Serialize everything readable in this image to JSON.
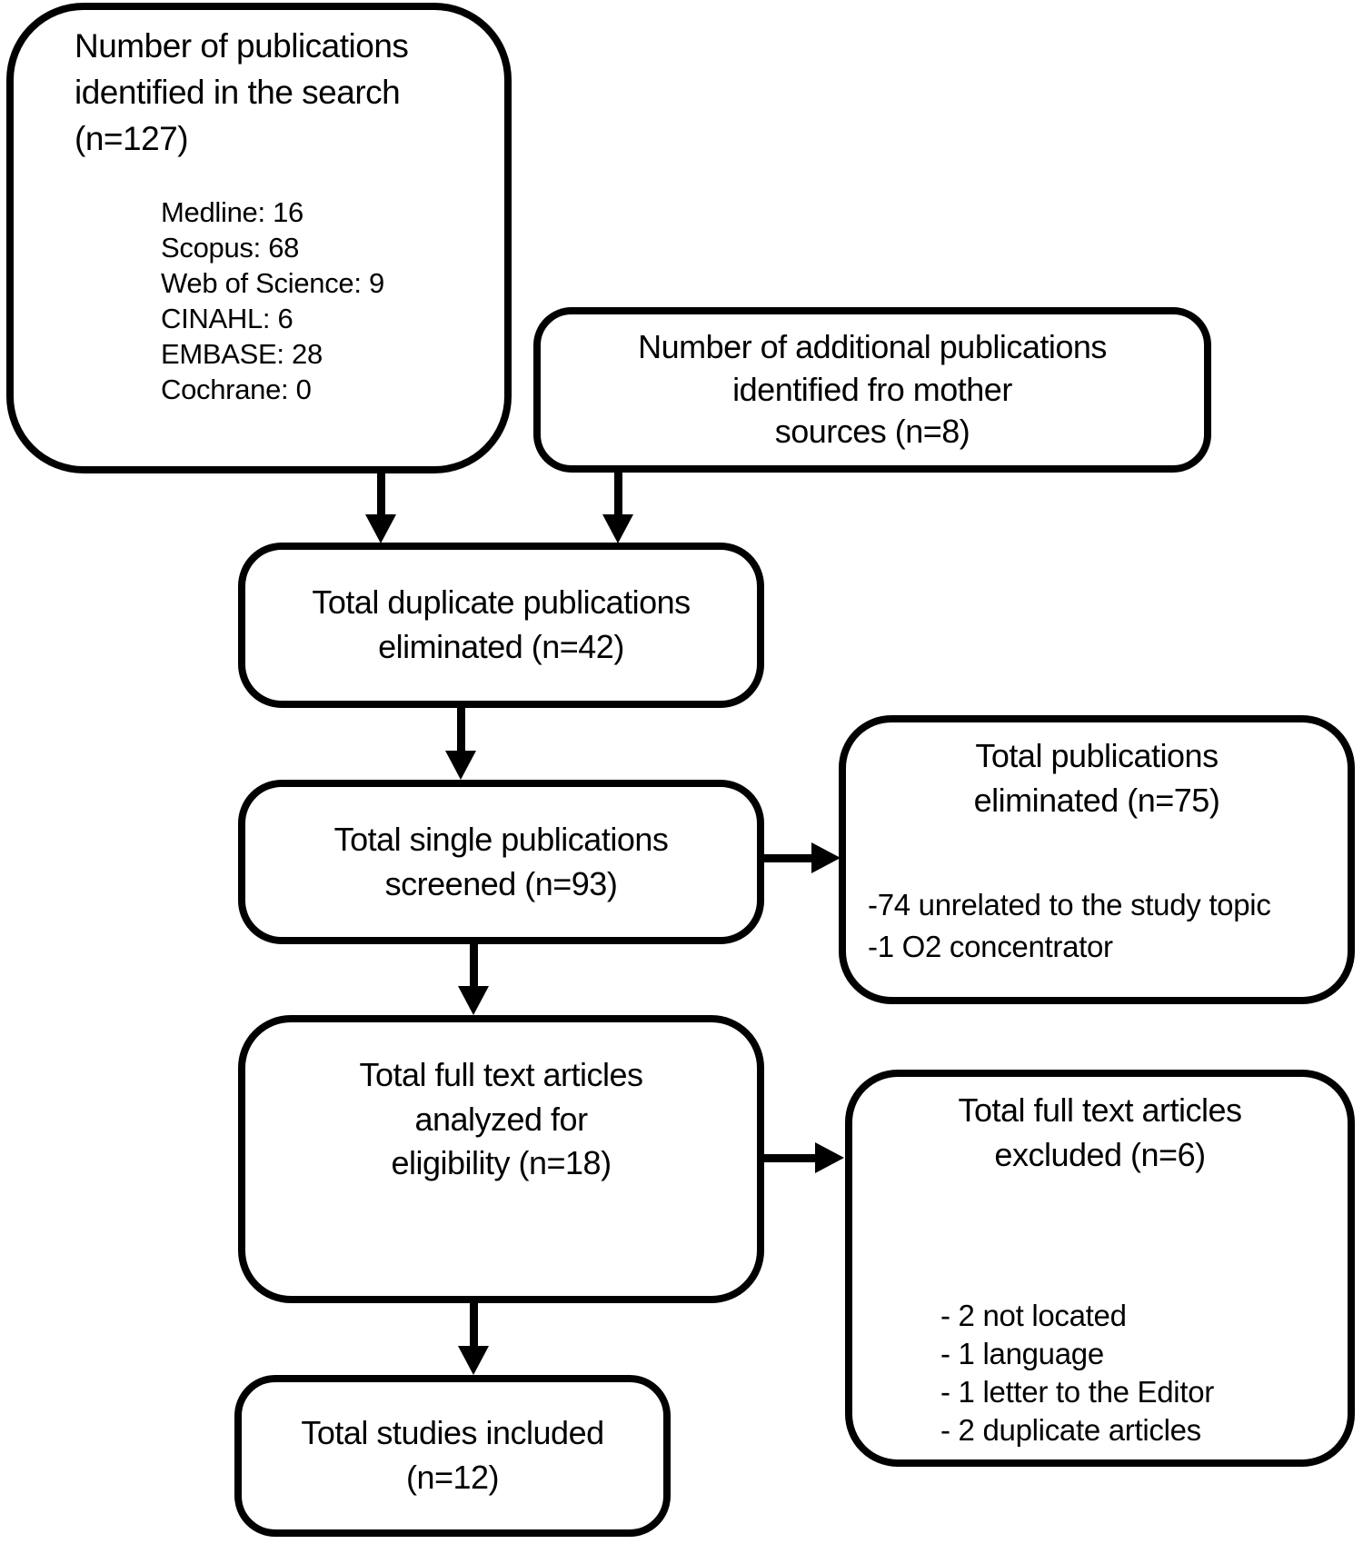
{
  "colors": {
    "line": "#000000",
    "background": "#ffffff"
  },
  "boxes": {
    "identified": {
      "heading": "Number of publications\nidentified in the search\n(n=127)",
      "sources": [
        "Medline: 16",
        "Scopus: 68",
        "Web of Science: 9",
        "CINAHL: 6",
        "EMBASE: 28",
        "Cochrane: 0"
      ]
    },
    "additional": {
      "text": "Number of additional publications\nidentified fro mother\nsources (n=8)"
    },
    "duplicates": {
      "text": "Total duplicate publications\neliminated (n=42)"
    },
    "screened": {
      "text": "Total single publications\nscreened (n=93)"
    },
    "eliminated": {
      "title": "Total publications\neliminated (n=75)",
      "reasons": "-74 unrelated to the study topic\n-1 O2 concentrator"
    },
    "fulltext": {
      "text": "Total full text articles\nanalyzed for\neligibility (n=18)"
    },
    "excluded": {
      "title": "Total full text articles\nexcluded (n=6)",
      "reasons": "- 2 not located\n- 1 language\n- 1 letter to the Editor\n- 2 duplicate articles"
    },
    "included": {
      "text": "Total studies included\n(n=12)"
    }
  }
}
